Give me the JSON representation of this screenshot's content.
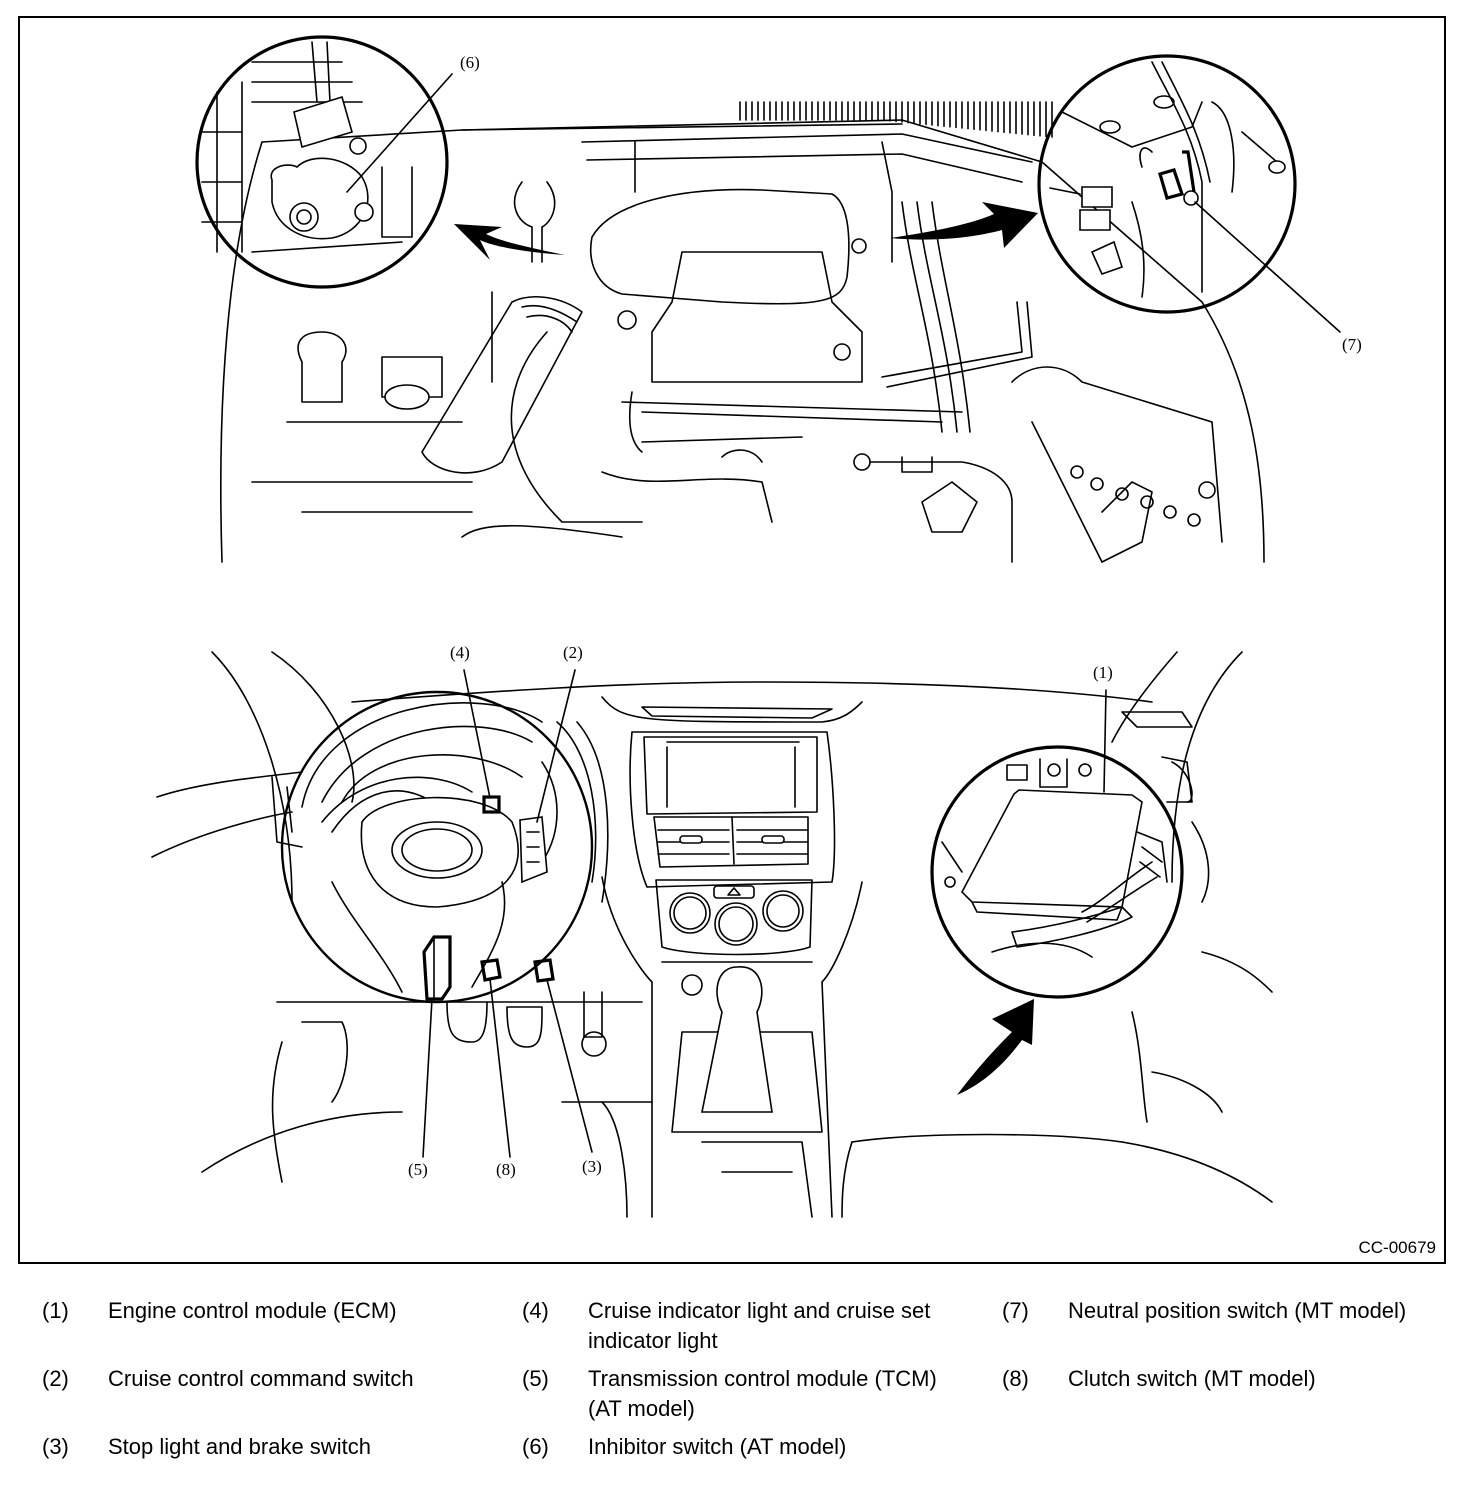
{
  "figure": {
    "id": "CC-00679",
    "colors": {
      "line": "#000000",
      "background": "#ffffff"
    },
    "views": [
      {
        "name": "engine-compartment",
        "detail_circles": [
          "inhibitor-switch-detail",
          "neutral-position-switch-detail"
        ]
      },
      {
        "name": "cabin-dashboard",
        "detail_circles": [
          "ecm-detail"
        ]
      }
    ],
    "callouts": [
      {
        "num": "(6)",
        "target": "Inhibitor switch"
      },
      {
        "num": "(7)",
        "target": "Neutral position switch"
      },
      {
        "num": "(4)",
        "target": "Cruise indicator light"
      },
      {
        "num": "(2)",
        "target": "Cruise control command switch"
      },
      {
        "num": "(1)",
        "target": "Engine control module"
      },
      {
        "num": "(5)",
        "target": "Transmission control module"
      },
      {
        "num": "(8)",
        "target": "Clutch switch"
      },
      {
        "num": "(3)",
        "target": "Stop light and brake switch"
      }
    ]
  },
  "legend": [
    {
      "num": "(1)",
      "label": "Engine control module (ECM)"
    },
    {
      "num": "(2)",
      "label": "Cruise control command switch"
    },
    {
      "num": "(3)",
      "label": "Stop light and brake switch"
    },
    {
      "num": "(4)",
      "label": "Cruise indicator light and cruise set indicator light"
    },
    {
      "num": "(5)",
      "label": "Transmission control module (TCM) (AT model)"
    },
    {
      "num": "(6)",
      "label": "Inhibitor switch (AT model)"
    },
    {
      "num": "(7)",
      "label": "Neutral position switch (MT model)"
    },
    {
      "num": "(8)",
      "label": "Clutch switch (MT model)"
    }
  ]
}
